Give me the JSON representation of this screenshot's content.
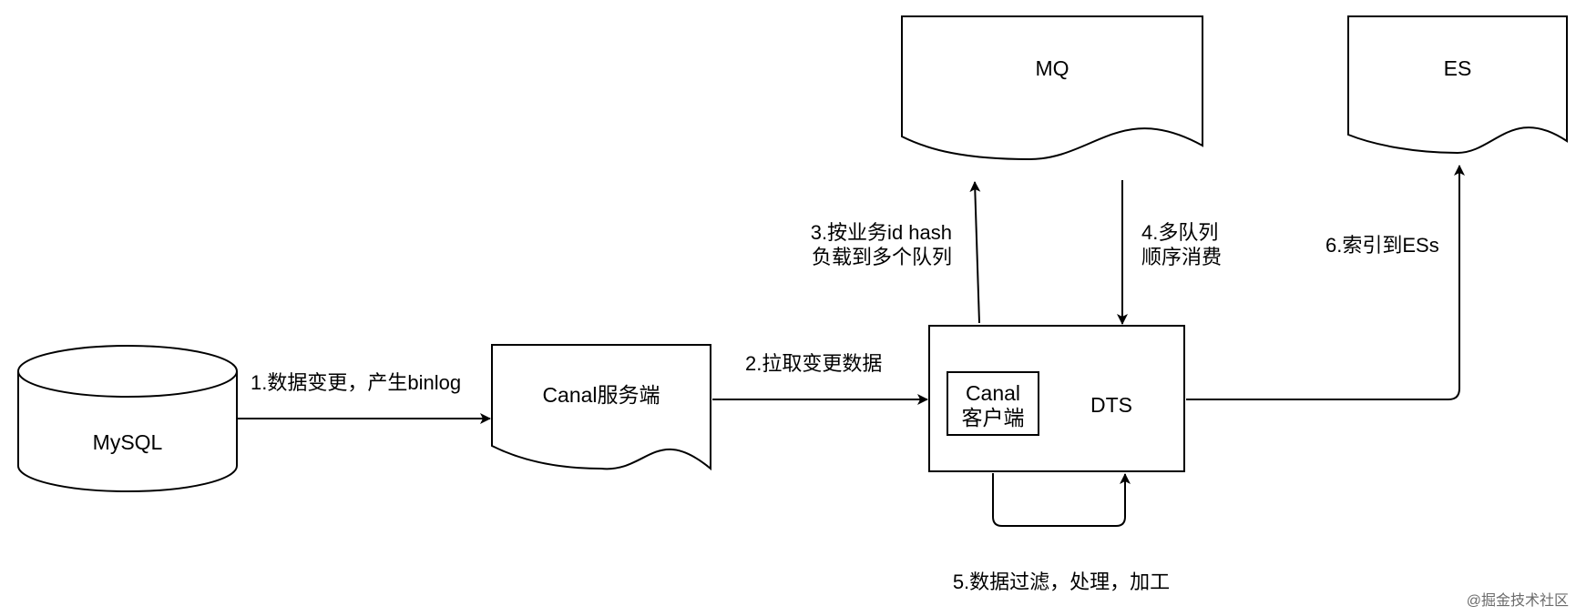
{
  "nodes": {
    "mysql": "MySQL",
    "canal_server": "Canal服务端",
    "mq": "MQ",
    "es": "ES",
    "dts": "DTS",
    "canal_client_line1": "Canal",
    "canal_client_line2": "客户端"
  },
  "edges": {
    "step1": "1.数据变更，产生binlog",
    "step2": "2.拉取变更数据",
    "step3_line1": "3.按业务id hash",
    "step3_line2": "负载到多个队列",
    "step4_line1": "4.多队列",
    "step4_line2": "顺序消费",
    "step5": "5.数据过滤，处理，加工",
    "step6": "6.索引到ESs"
  },
  "watermark": "@掘金技术社区",
  "colors": {
    "stroke": "#000000",
    "background": "#ffffff",
    "watermark": "#6b6b6b"
  }
}
